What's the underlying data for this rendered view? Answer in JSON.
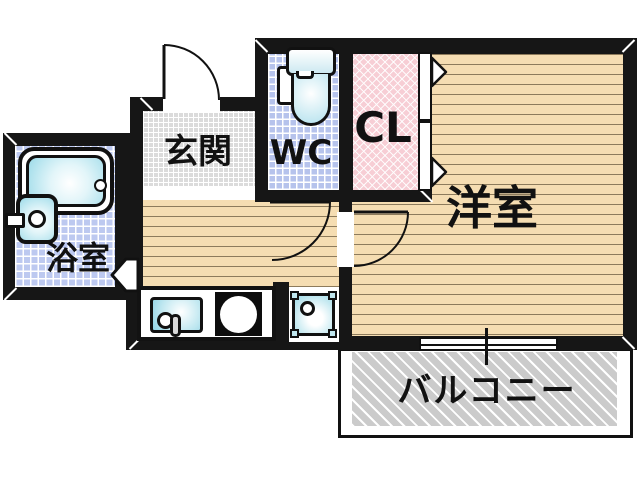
{
  "title": "apartment-floor-plan",
  "rooms": {
    "genkan": {
      "label": "玄関"
    },
    "wc": {
      "label": "WC"
    },
    "closet": {
      "label": "CL"
    },
    "western_room": {
      "label": "洋室"
    },
    "bathroom": {
      "label": "浴室"
    },
    "balcony": {
      "label": "バルコニー"
    }
  },
  "fixtures": {
    "bathtub": "bathtub with drain",
    "washbasin": "washbasin with faucet",
    "toilet": "toilet with tank",
    "kitchen_sink": "kitchen sink with faucet",
    "stove": "single burner stove",
    "washing_machine_pan": "washing machine pan",
    "entrance_door": "hinged entrance door swing",
    "wc_door": "hinged wc door swing",
    "room_door": "hinged room door swing",
    "bathroom_door": "bathroom door arrow",
    "closet_doors": "double closet doors with swing markers",
    "sliding_window": "sliding window to balcony"
  },
  "colors": {
    "wall": "#161616",
    "wood_floor": "#f5ddb2",
    "tile_blue": "#b6c3ec",
    "tile_gray": "#dbdbdb",
    "closet_pink": "#f7ced5",
    "balcony_gray": "#cbcbcb",
    "fixture_teal": "#9ddbe9"
  }
}
